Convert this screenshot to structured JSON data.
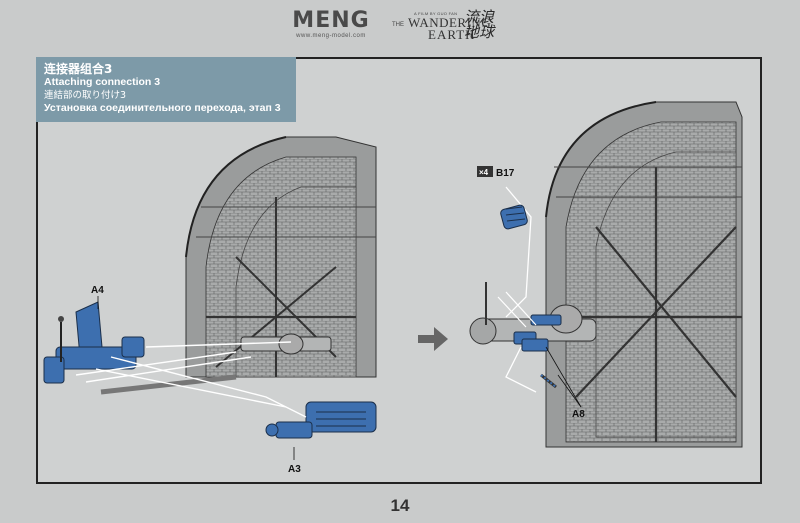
{
  "header": {
    "brand": "MENG",
    "brand_url": "www.meng-model.com",
    "film_the": "THE",
    "film_small": "A FILM BY GUO FAN",
    "film_title": "WANDERING",
    "film_title2": "EARTH",
    "film_cn": "流浪地球"
  },
  "step": {
    "title_cn": "连接器组合3",
    "title_en": "Attaching connection 3",
    "title_jp": "連結部の取り付け3",
    "title_ru": "Установка соединительного перехода, этап 3"
  },
  "diagram": {
    "parts": {
      "a4": "A4",
      "a3": "A3",
      "a8": "A8",
      "b17": "B17",
      "qty": "×4"
    }
  },
  "page_number": "14",
  "colors": {
    "part_blue": "#3d6faf",
    "title_box": "#7d9aa8",
    "structure_gray": "#9a9c9c"
  }
}
